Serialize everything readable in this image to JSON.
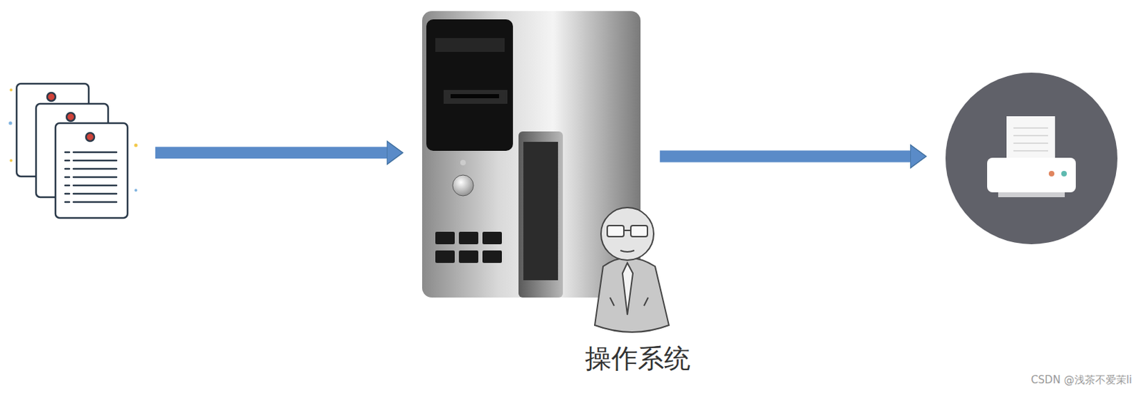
{
  "diagram": {
    "nodes": [
      {
        "text": []
      },
      {
        "text": [
          "操作系统"
        ]
      },
      {
        "text": []
      }
    ],
    "edges": [
      {
        "from": 0,
        "to": 1,
        "arrow": "to"
      },
      {
        "from": 1,
        "to": 2,
        "arrow": "to"
      }
    ],
    "labels": [
      "CSDN @浅茶不爱茉li"
    ]
  }
}
